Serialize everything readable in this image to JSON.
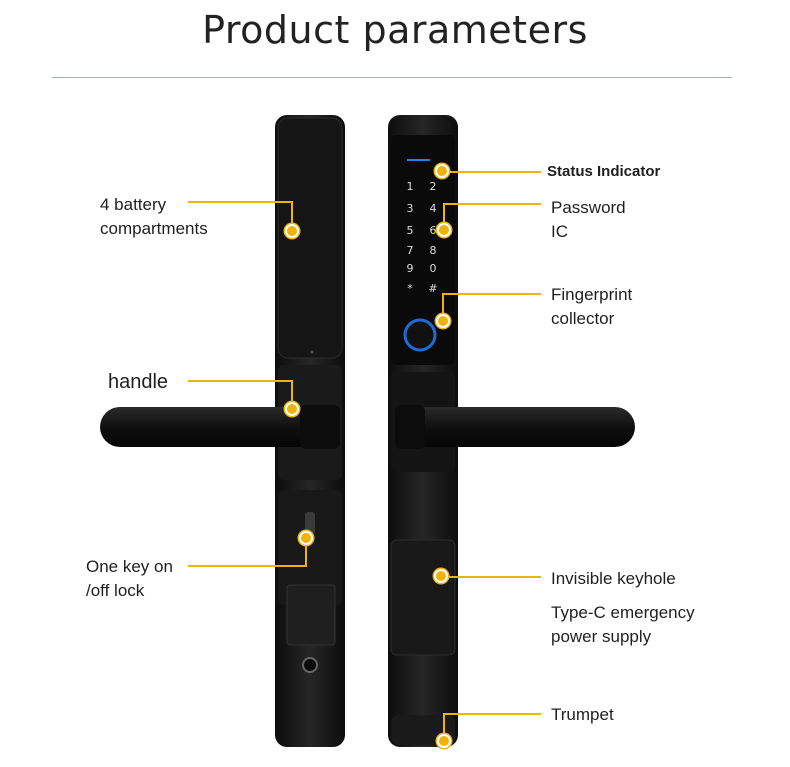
{
  "title": "Product parameters",
  "labels": {
    "status_indicator": "Status Indicator",
    "password_ic_1": "Password",
    "password_ic_2": "IC",
    "fingerprint_1": "Fingerprint",
    "fingerprint_2": "collector",
    "battery_1": "4 battery",
    "battery_2": "compartments",
    "handle": "handle",
    "onekey_1": "One key on",
    "onekey_2": "/off lock",
    "keyhole": "Invisible keyhole",
    "typec_1": "Type-C emergency",
    "typec_2": "power supply",
    "trumpet": "Trumpet"
  },
  "keypad": [
    "1",
    "2",
    "3",
    "4",
    "5",
    "6",
    "7",
    "8",
    "9",
    "0",
    "*",
    "#"
  ],
  "colors": {
    "accent": "#f2b20c",
    "lock_body": "#141414",
    "fingerprint_ring": "#1e6bd8"
  }
}
